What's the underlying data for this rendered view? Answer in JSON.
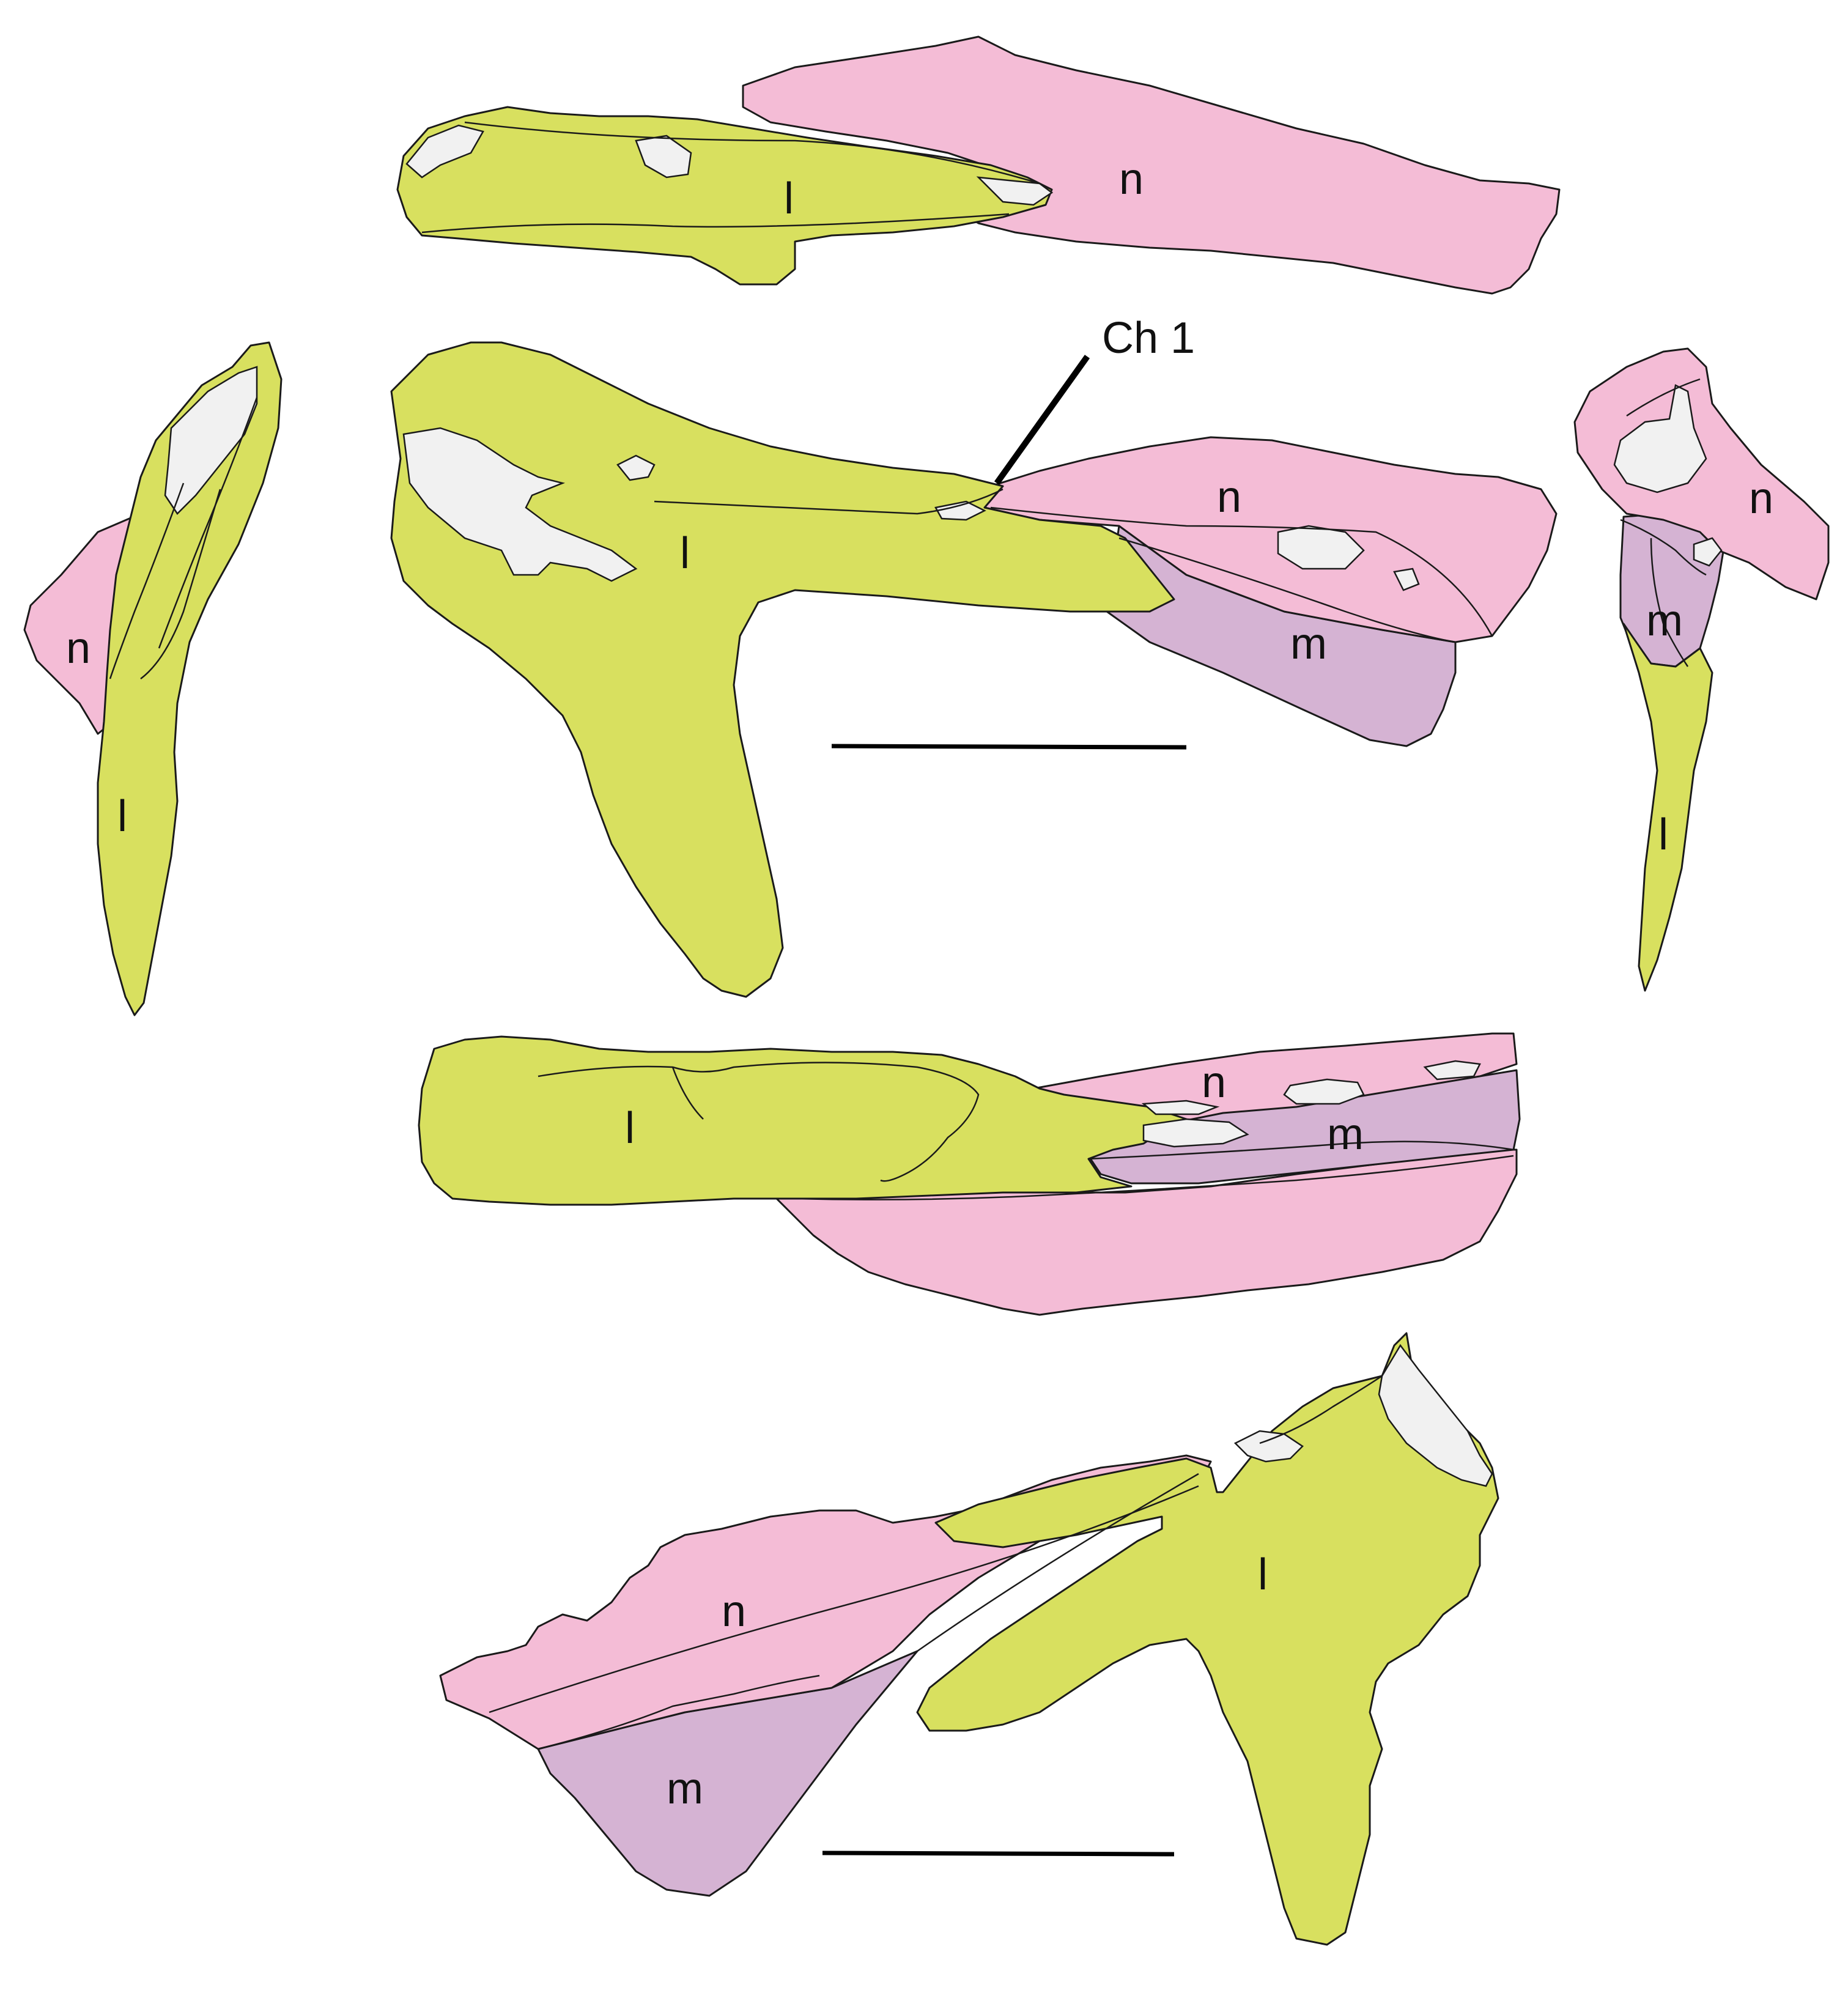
{
  "colors": {
    "lacrimal": "#d8e05f",
    "nasal": "#f4bcd6",
    "maxilla": "#d5b3d3",
    "matrix": "#f1f1f1",
    "outline": "#1a1a1a"
  },
  "labels": {
    "lacrimal": "l",
    "nasal": "n",
    "maxilla": "m",
    "callout": "Ch 1"
  }
}
